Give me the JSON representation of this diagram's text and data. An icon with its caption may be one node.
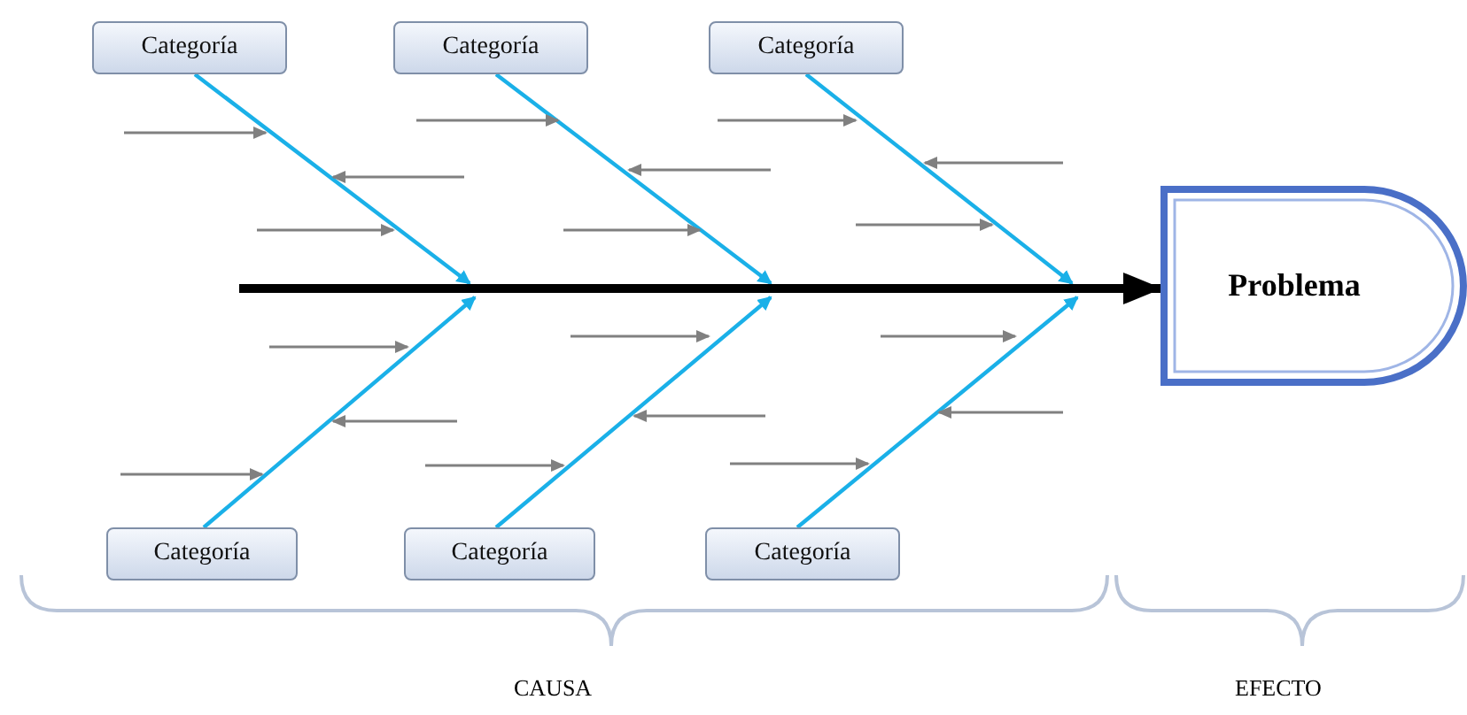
{
  "diagram": {
    "nodes": [
      {
        "text": [
          "Categoría"
        ]
      },
      {
        "text": [
          "Categoría"
        ]
      },
      {
        "text": [
          "Categoría"
        ]
      },
      {
        "text": [
          "Categoría"
        ]
      },
      {
        "text": [
          "Categoría"
        ]
      },
      {
        "text": [
          "Categoría"
        ]
      },
      {
        "text": [
          "Problema"
        ]
      }
    ],
    "edges": [
      {
        "from": 0,
        "to": null,
        "arrow": "to"
      },
      {
        "from": 1,
        "to": null,
        "arrow": "to"
      },
      {
        "from": 2,
        "to": null,
        "arrow": "to"
      },
      {
        "from": 3,
        "to": null,
        "arrow": "to"
      },
      {
        "from": 4,
        "to": null,
        "arrow": "to"
      },
      {
        "from": 5,
        "to": null,
        "arrow": "to"
      },
      {
        "from": null,
        "to": 6,
        "arrow": "to",
        "style": "thick",
        "color": "#000000"
      }
    ],
    "labels": [
      "CAUSA",
      "EFECTO"
    ]
  }
}
